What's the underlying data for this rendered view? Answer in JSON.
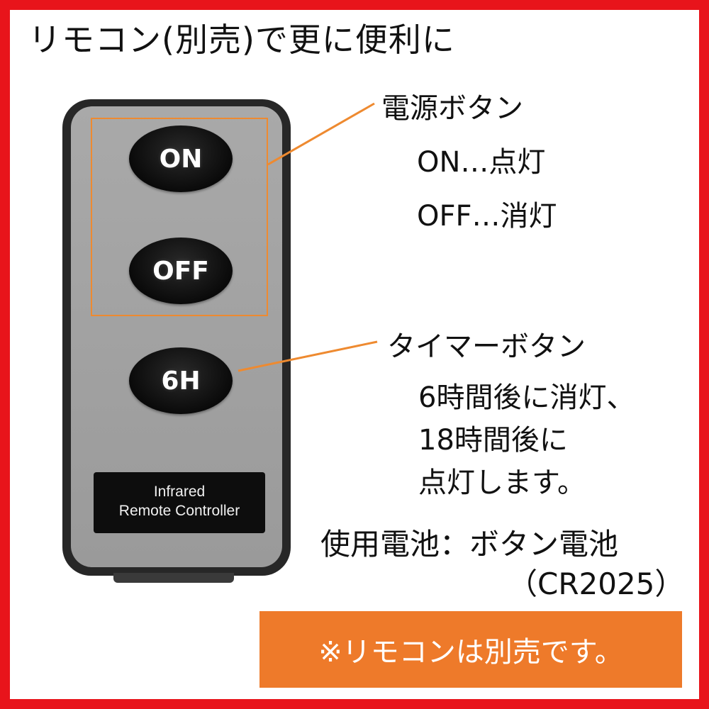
{
  "title": "リモコン(別売)で更に便利に",
  "remote": {
    "buttons": {
      "on": "ON",
      "off": "OFF",
      "timer": "6H"
    },
    "plate": {
      "line1": "Infrared",
      "line2": "Remote Controller"
    }
  },
  "annotations": {
    "power": {
      "title": "電源ボタン",
      "on_desc": "ON…点灯",
      "off_desc": "OFF…消灯"
    },
    "timer": {
      "title": "タイマーボタン",
      "line1": "6時間後に消灯、",
      "line2": "18時間後に",
      "line3": "点灯します。"
    },
    "battery": {
      "label": "使用電池：ボタン電池",
      "type": "（CR2025）"
    }
  },
  "notice": "※リモコンは別売です。",
  "colors": {
    "frame": "#e8141b",
    "accent": "#ee7a2a",
    "remote_body": "#272727",
    "remote_face": "#a5a5a5"
  }
}
